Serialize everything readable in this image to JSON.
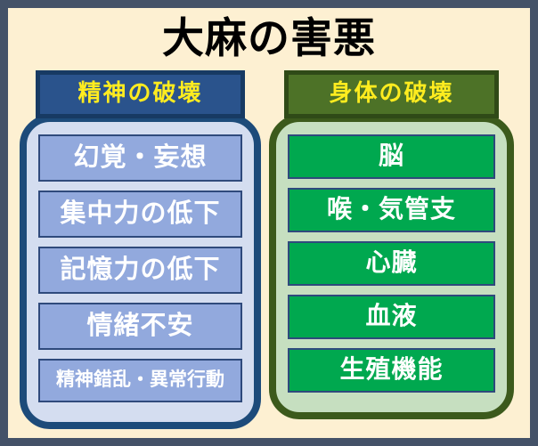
{
  "poster": {
    "title": "大麻の害悪",
    "background_color": "#fdf0d2",
    "frame_color": "#445268"
  },
  "columns": [
    {
      "id": "mental",
      "header": "精神の破壊",
      "header_bg": "#2a538c",
      "header_border": "#173a63",
      "header_text_color": "#ffec1f",
      "body_bg": "#d4ddf0",
      "body_border": "#1d4b7a",
      "item_bg": "#92a9dd",
      "items": [
        {
          "label": "幻覚・妄想",
          "size": "normal"
        },
        {
          "label": "集中力の低下",
          "size": "normal"
        },
        {
          "label": "記憶力の低下",
          "size": "normal"
        },
        {
          "label": "情緒不安",
          "size": "normal"
        },
        {
          "label": "精神錯乱・異常行動",
          "size": "small"
        }
      ]
    },
    {
      "id": "body",
      "header": "身体の破壊",
      "header_bg": "#4d7227",
      "header_border": "#2f4a17",
      "header_text_color": "#ffec1f",
      "body_bg": "#c6dfc0",
      "body_border": "#3c5a1c",
      "item_bg": "#00a84f",
      "items": [
        {
          "label": "脳",
          "size": "normal"
        },
        {
          "label": "喉・気管支",
          "size": "normal"
        },
        {
          "label": "心臓",
          "size": "normal"
        },
        {
          "label": "血液",
          "size": "normal"
        },
        {
          "label": "生殖機能",
          "size": "normal"
        }
      ]
    }
  ]
}
